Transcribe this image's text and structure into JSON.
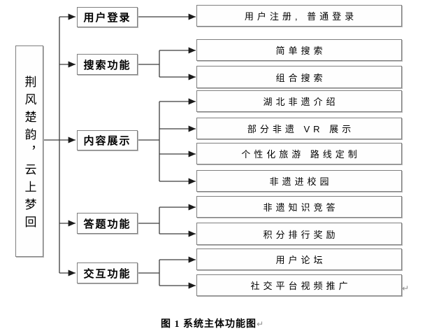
{
  "diagram": {
    "root": {
      "label": "荆风楚韵，云上梦回"
    },
    "branches": [
      {
        "label": "用户登录",
        "children": [
          "用户注册, 普通登录"
        ]
      },
      {
        "label": "搜索功能",
        "children": [
          "简单搜索",
          "组合搜索"
        ]
      },
      {
        "label": "内容展示",
        "children": [
          "湖北非遗介绍",
          "部分非遗 VR 展示",
          "个性化旅游 路线定制",
          "非遗进校园"
        ]
      },
      {
        "label": "答题功能",
        "children": [
          "非遗知识竞答",
          "积分排行奖励"
        ]
      },
      {
        "label": "交互功能",
        "children": [
          "用户论坛",
          "社交平台视频推广"
        ]
      }
    ]
  },
  "caption": {
    "text": "图 1 系统主体功能图"
  },
  "marks": {
    "line_break": "↵"
  },
  "colors": {
    "background": "#ffffff",
    "box_border": "#7f7f7f",
    "connector_line": "#3c3c3c",
    "text": "#000000",
    "break_mark": "#8c8c8c"
  }
}
